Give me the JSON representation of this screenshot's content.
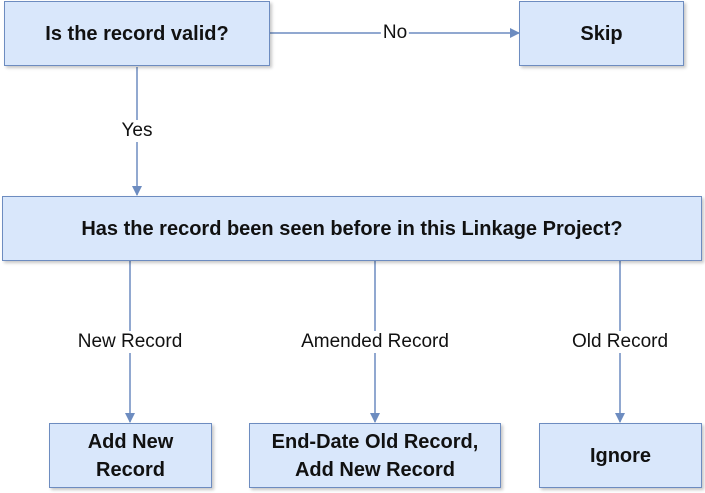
{
  "nodes": {
    "valid_question": "Is the record valid?",
    "skip": "Skip",
    "seen_question": "Has the record been seen before in this Linkage Project?",
    "add_new": "Add New Record",
    "end_date": "End-Date Old Record, Add New Record",
    "ignore": "Ignore"
  },
  "edges": {
    "no": "No",
    "yes": "Yes",
    "new_record": "New Record",
    "amended_record": "Amended Record",
    "old_record": "Old Record"
  },
  "colors": {
    "box_fill": "#d9e7fb",
    "box_border": "#6d8cc0",
    "arrow": "#6d8cc0"
  }
}
